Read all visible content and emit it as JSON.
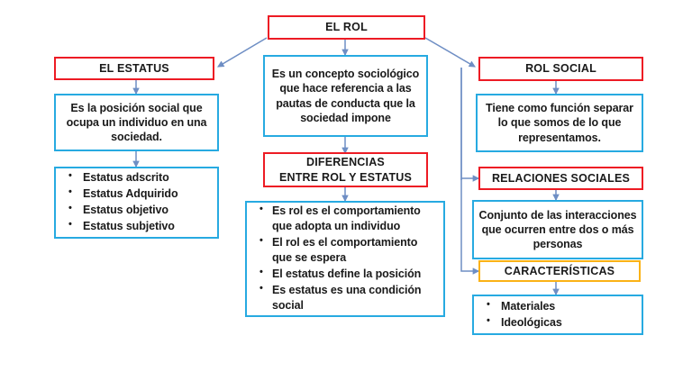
{
  "diagram": {
    "title": "EL ROL",
    "accent_colors": {
      "red": "#ED1B24",
      "blue": "#27AAE1",
      "gold": "#FBB216",
      "connector": "#6E8EC4",
      "text": "#1A1A1A",
      "background": "#FFFFFF"
    },
    "root": {
      "label": "EL ROL"
    },
    "left_branch": {
      "heading": "EL ESTATUS",
      "definition": "Es la posición social que ocupa un individuo en una sociedad.",
      "list_title": "",
      "items": [
        "Estatus adscrito",
        "Estatus Adquirido",
        "Estatus objetivo",
        "Estatus subjetivo"
      ]
    },
    "center_branch": {
      "definition": "Es un concepto sociológico que hace referencia a las pautas de conducta que la sociedad impone",
      "heading_line1": "DIFERENCIAS",
      "heading_line2": "ENTRE ROL Y ESTATUS",
      "heading": "DIFERENCIAS\nENTRE ROL Y ESTATUS",
      "items": [
        "Es rol es el comportamiento que adopta un individuo",
        "El rol es el comportamiento que se espera",
        "El estatus define la posición",
        "Es estatus es una condición social"
      ]
    },
    "right_branch": {
      "heading_1": "ROL SOCIAL",
      "definition_1": "Tiene como función separar lo que somos de lo que representamos.",
      "heading_2": "RELACIONES SOCIALES",
      "definition_2": "Conjunto de las interacciones que ocurren entre dos o más personas",
      "heading_3": "CARACTERÍSTICAS",
      "items": [
        "Materiales",
        "Ideológicas"
      ]
    }
  }
}
